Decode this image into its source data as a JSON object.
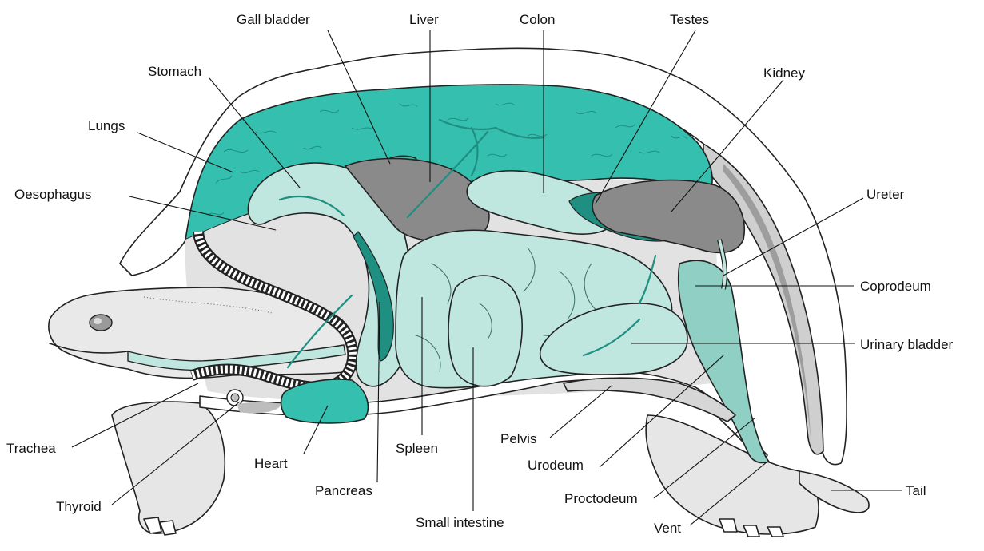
{
  "colors": {
    "teal": "#34bfae",
    "teal_light": "#bfe6df",
    "teal_dark": "#1f8f82",
    "grey_organ": "#8a8a8a",
    "grey_dark": "#6f6f6f",
    "shell_inner": "#e4e4e4",
    "skin": "#e9e9e9"
  },
  "labels": {
    "gall_bladder": "Gall bladder",
    "liver": "Liver",
    "colon": "Colon",
    "testes": "Testes",
    "stomach": "Stomach",
    "kidney": "Kidney",
    "lungs": "Lungs",
    "oesophagus": "Oesophagus",
    "ureter": "Ureter",
    "coprodeum": "Coprodeum",
    "urinary_bladder": "Urinary bladder",
    "trachea": "Trachea",
    "heart": "Heart",
    "spleen": "Spleen",
    "pelvis": "Pelvis",
    "urodeum": "Urodeum",
    "tail": "Tail",
    "thyroid": "Thyroid",
    "pancreas": "Pancreas",
    "proctodeum": "Proctodeum",
    "vent": "Vent",
    "small_intestine": "Small intestine"
  }
}
